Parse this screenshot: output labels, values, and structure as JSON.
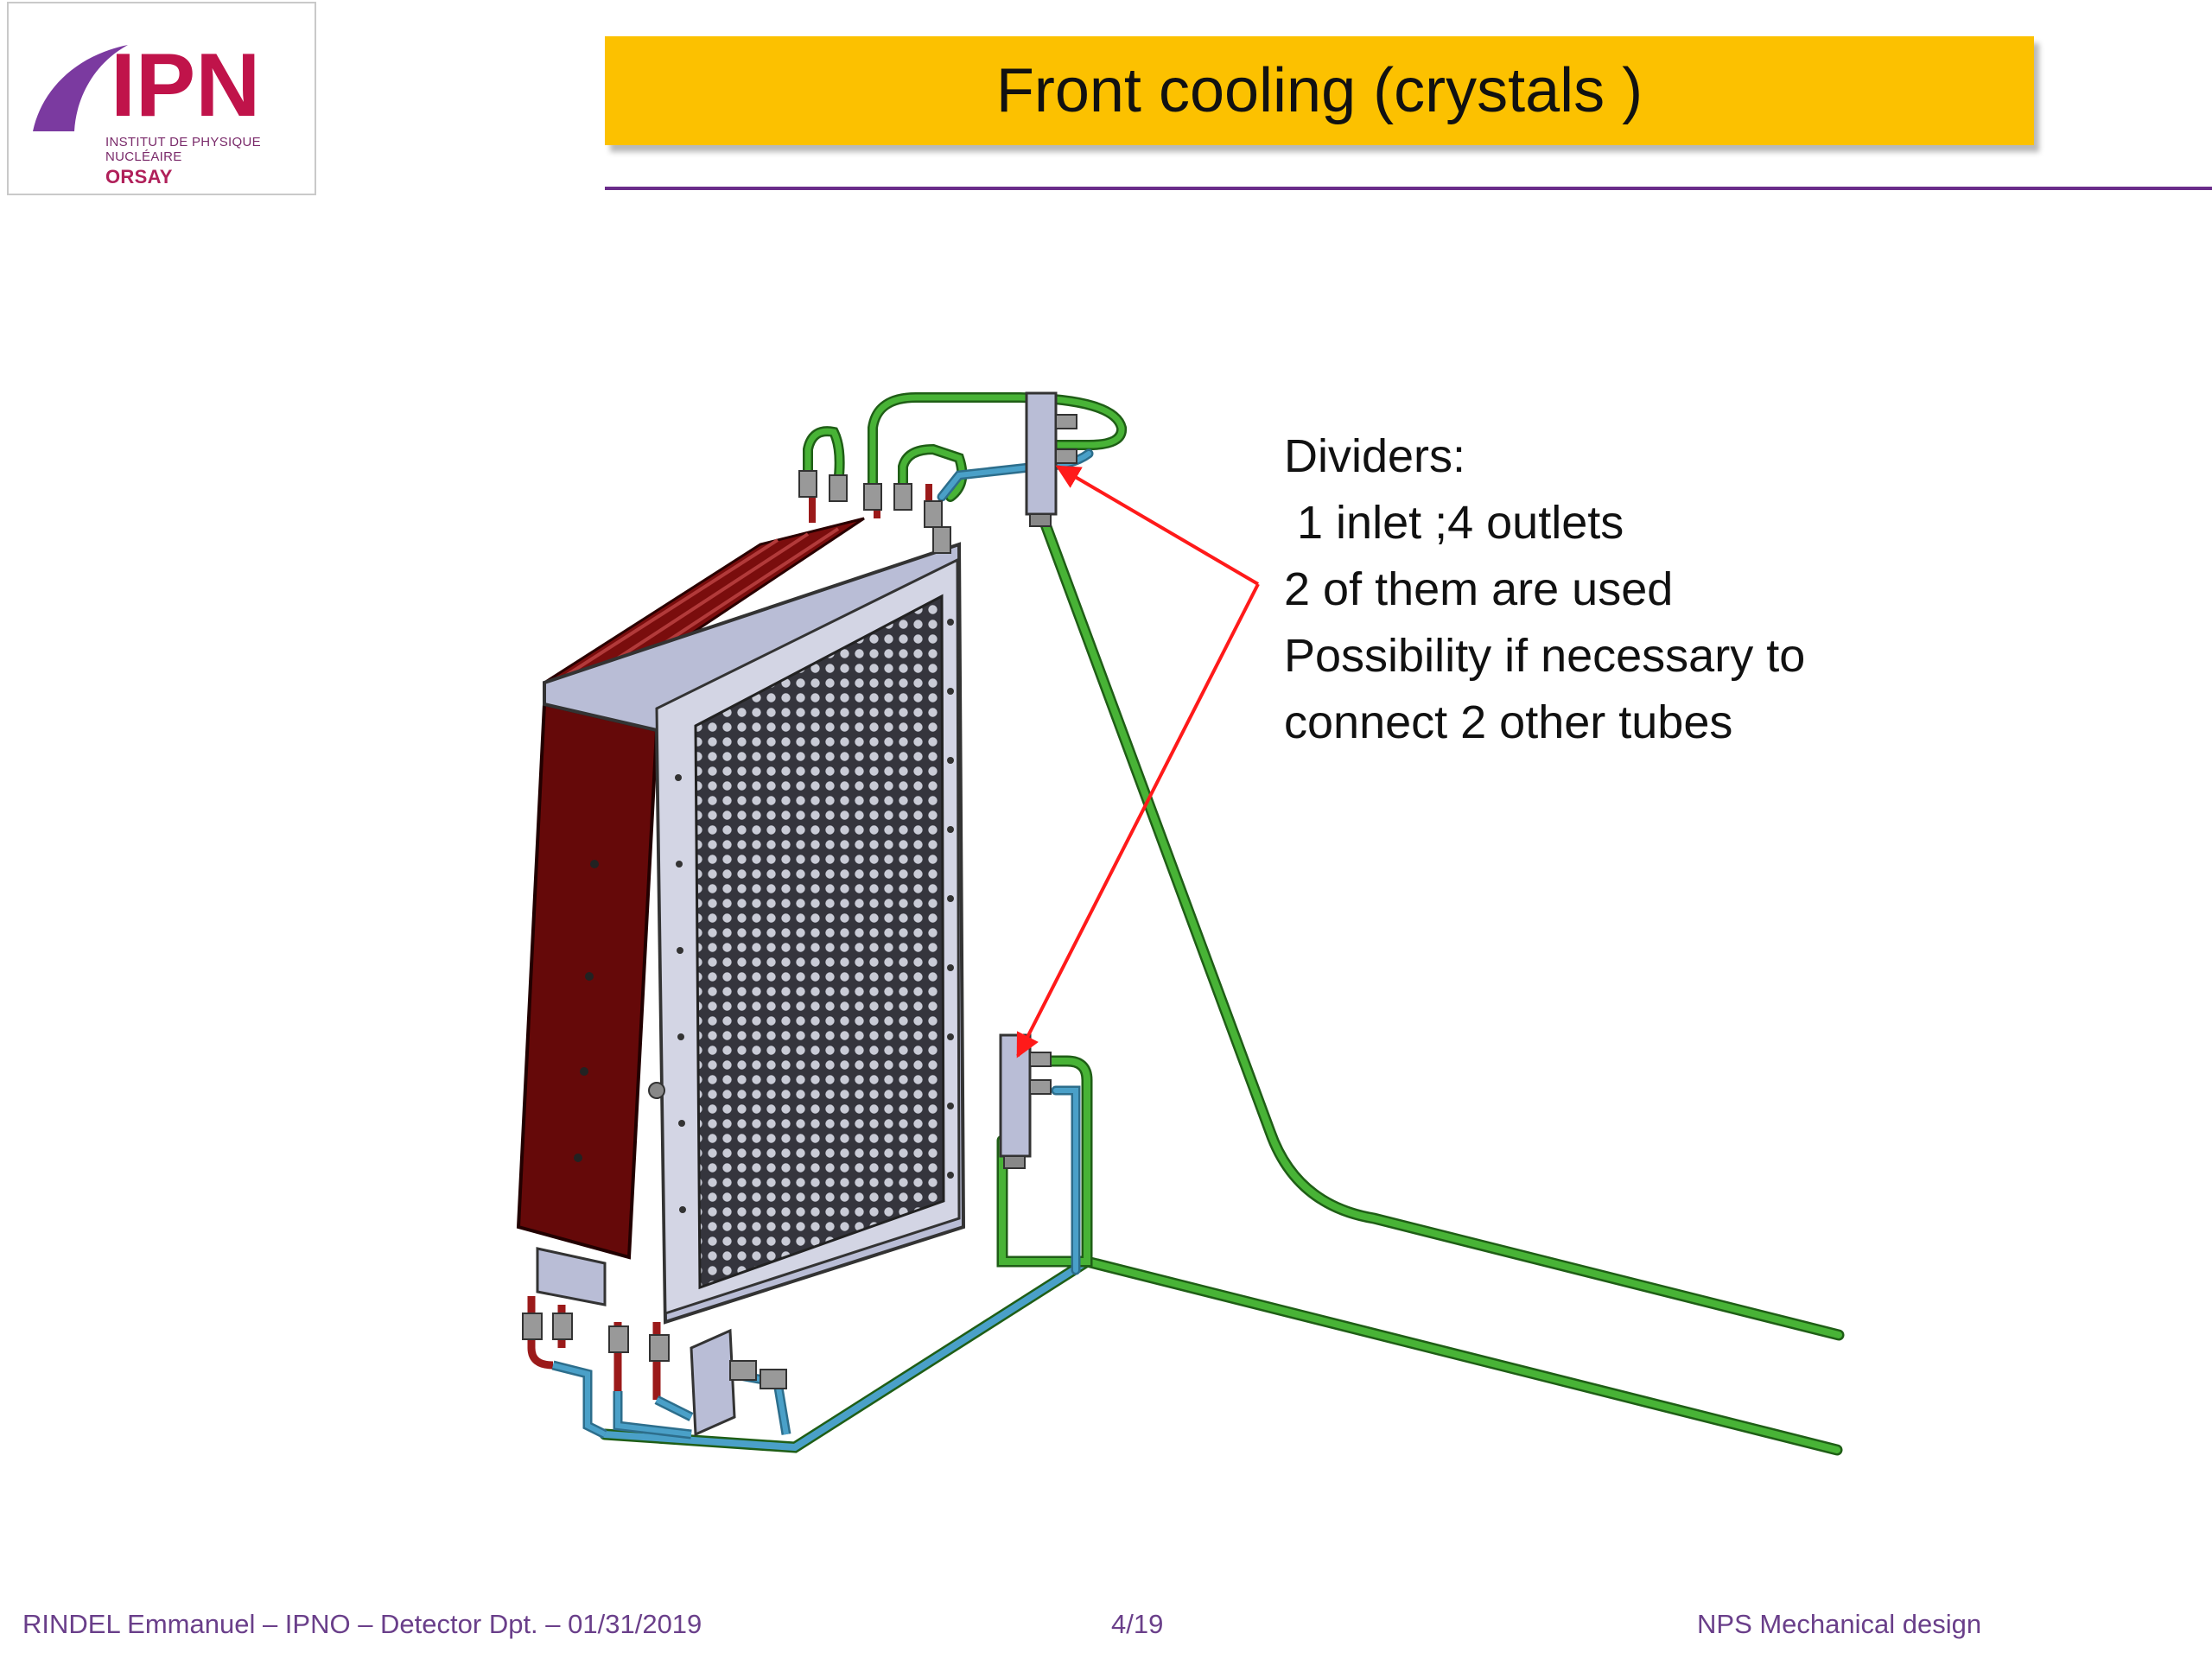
{
  "logo": {
    "mark": "IPN",
    "line1": "INSTITUT DE PHYSIQUE NUCLÉAIRE",
    "line2": "ORSAY",
    "colors": {
      "mark": "#c0134a",
      "swoosh": "#7b3aa0"
    }
  },
  "header": {
    "title": "Front cooling (crystals )",
    "bar_color": "#fcc100",
    "rule_color": "#6a2c8a"
  },
  "annotation": {
    "lines": [
      "Dividers:",
      " 1 inlet ;4 outlets",
      "2 of them are used",
      "Possibility if necessary to",
      "connect 2 other tubes"
    ],
    "arrow_color": "#ff1a1a"
  },
  "figure": {
    "colors": {
      "frame": "#b9bdd6",
      "side_panel": "#6b0a0a",
      "grid": "#2f2f36",
      "tube_green": "#3fae2f",
      "tube_blue": "#3b86b8",
      "tube_red": "#9b1a1a"
    }
  },
  "footer": {
    "author": "RINDEL Emmanuel – IPNO – Detector Dpt. – 01/31/2019",
    "page": "4/19",
    "project": "NPS Mechanical design"
  }
}
